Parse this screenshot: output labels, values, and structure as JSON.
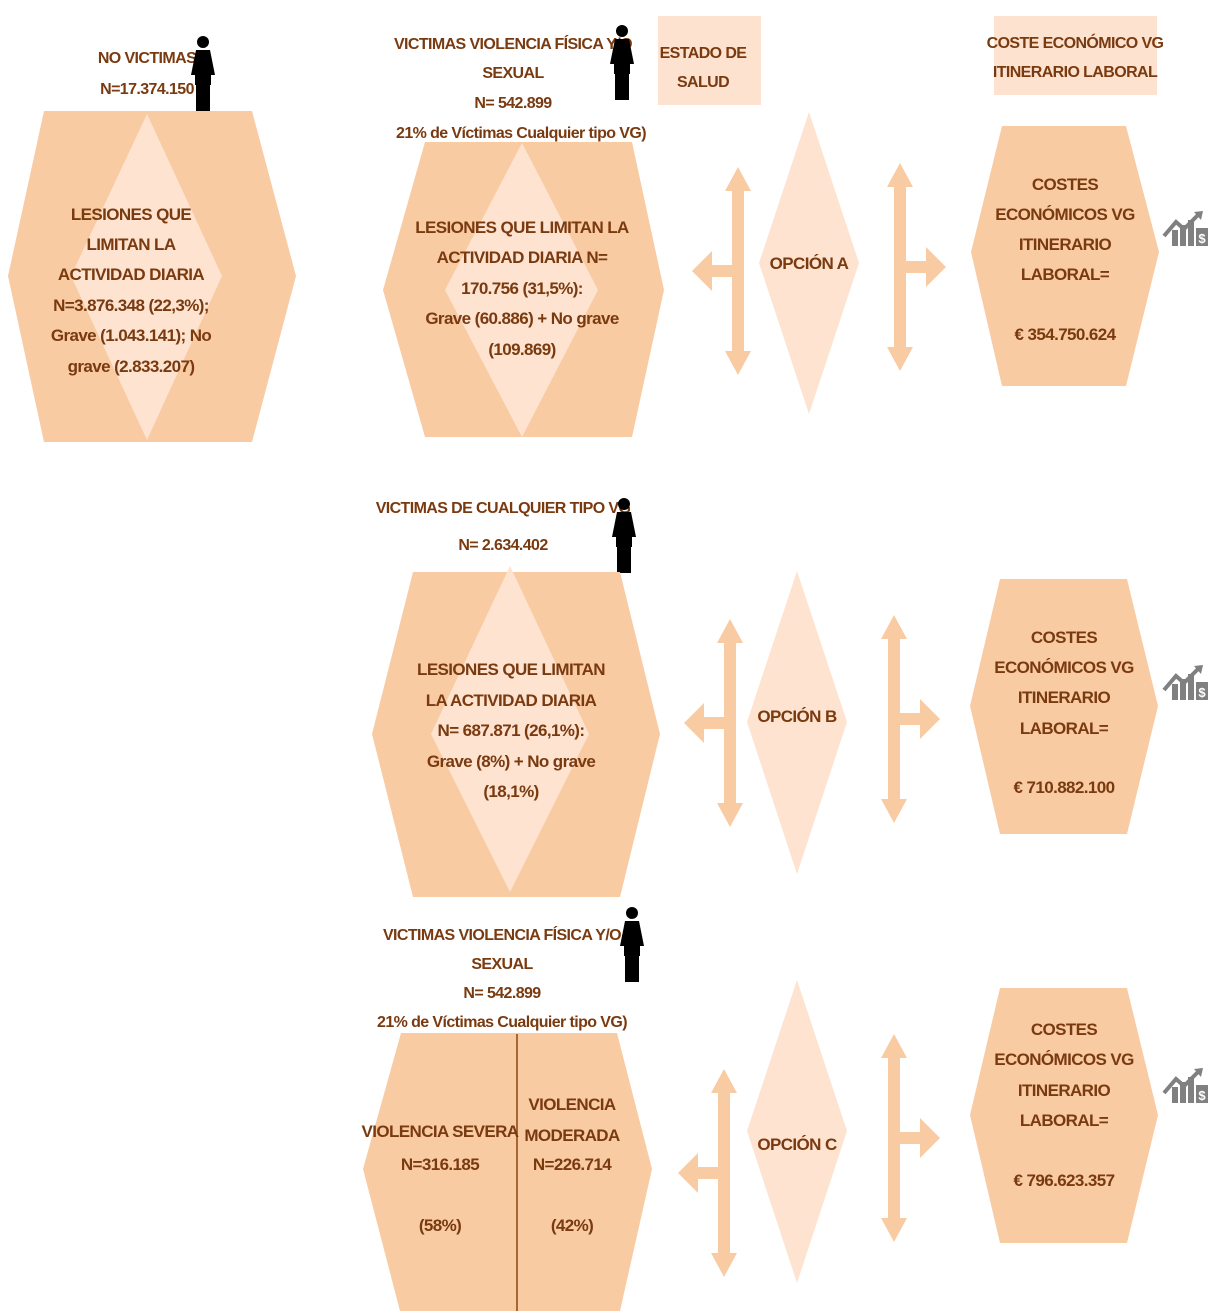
{
  "header": {
    "health_state": [
      "ESTADO DE",
      "SALUD"
    ],
    "economic_cost": [
      "COSTE ECONÓMICO VG",
      "ITINERARIO LABORAL"
    ]
  },
  "no_victims": {
    "title": [
      "NO VICTIMAS",
      "N=17.374.150"
    ],
    "hex_text": [
      "LESIONES QUE",
      "LIMITAN LA",
      "ACTIVIDAD DIARIA",
      "N=3.876.348 (22,3%);",
      "Grave (1.043.141); No",
      "grave (2.833.207)"
    ]
  },
  "option_a": {
    "group_title": [
      "VICTIMAS VIOLENCIA FÍSICA Y/O",
      "SEXUAL",
      "N= 542.899",
      "21% de Víctimas Cualquier tipo VG)"
    ],
    "hex_text": [
      "LESIONES QUE LIMITAN LA",
      "ACTIVIDAD DIARIA  N=",
      "170.756 (31,5%):",
      "Grave (60.886) + No grave",
      "(109.869)"
    ],
    "option_label": "OPCIÓN A",
    "cost_text": [
      "COSTES",
      "ECONÓMICOS VG",
      "ITINERARIO",
      "LABORAL="
    ],
    "cost_value": "€ 354.750.624"
  },
  "option_b": {
    "group_title": [
      "VICTIMAS DE CUALQUIER TIPO  VG",
      "N= 2.634.402"
    ],
    "hex_text": [
      "LESIONES QUE LIMITAN",
      "LA ACTIVIDAD DIARIA",
      "N= 687.871 (26,1%):",
      "Grave (8%) + No grave",
      "(18,1%)"
    ],
    "option_label": "OPCIÓN B",
    "cost_text": [
      "COSTES",
      "ECONÓMICOS VG",
      "ITINERARIO",
      "LABORAL="
    ],
    "cost_value": "€ 710.882.100"
  },
  "option_c": {
    "group_title": [
      "VICTIMAS VIOLENCIA FÍSICA Y/O",
      "SEXUAL",
      "N= 542.899",
      "21% de Víctimas Cualquier tipo VG)"
    ],
    "severe_text": [
      "VIOLENCIA SEVERA",
      "N=316.185",
      "",
      "(58%)"
    ],
    "moderate_text": [
      "VIOLENCIA",
      "MODERADA",
      "N=226.714",
      "",
      "(42%)"
    ],
    "option_label": "OPCIÓN C",
    "cost_text": [
      "COSTES",
      "ECONÓMICOS VG",
      "ITINERARIO",
      "LABORAL="
    ],
    "cost_value": "€ 796.623.357"
  },
  "icons": {
    "person": "woman-figure-icon",
    "cost": "chart-dollar-icon"
  },
  "colors": {
    "hex_fill": "#f9cba3",
    "diamond_fill": "#fde3d0",
    "header_box": "#fce2cf",
    "text": "#7a3a10",
    "divider": "#8b4513",
    "icon_gray": "#7f7f7f"
  }
}
